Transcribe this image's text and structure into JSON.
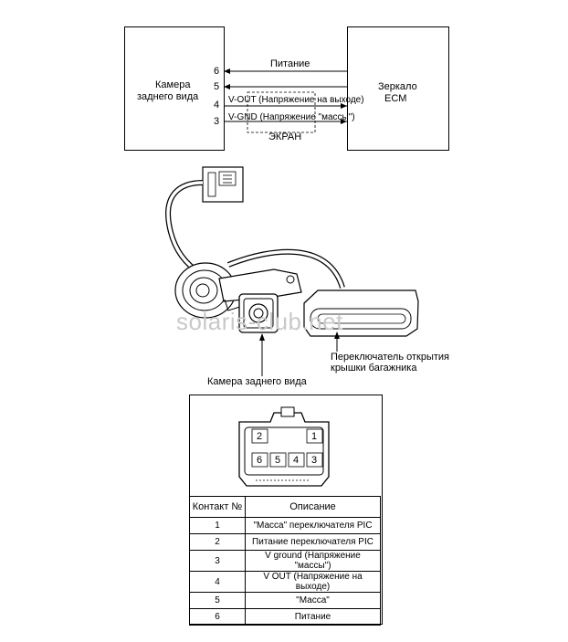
{
  "block_diagram": {
    "camera_label_line1": "Камера",
    "camera_label_line2": "заднего вида",
    "mirror_label_line1": "Зеркало",
    "mirror_label_line2": "ECM",
    "pins": [
      "6",
      "5",
      "4",
      "3"
    ],
    "power_label": "Питание",
    "vout_label": "V-OUT (Напряжение на выходе)",
    "vgnd_label": "V-GND (Напряжение \"массы\")",
    "shield_label": "ЭКРАН"
  },
  "illustration": {
    "switch_label_line1": "Переключатель открытия",
    "switch_label_line2": "крышки багажника",
    "camera_label": "Камера заднего вида",
    "watermark": "solaris-club.net"
  },
  "connector": {
    "top_pins": [
      "2",
      "1"
    ],
    "bottom_pins": [
      "6",
      "5",
      "4",
      "3"
    ]
  },
  "pin_table": {
    "headers": [
      "Контакт №",
      "Описание"
    ],
    "rows": [
      [
        "1",
        "\"Масса\" переключателя PIC"
      ],
      [
        "2",
        "Питание переключателя PIC"
      ],
      [
        "3",
        "V ground (Напряжение \"массы\")"
      ],
      [
        "4",
        "V OUT (Напряжение на выходе)"
      ],
      [
        "5",
        "\"Масса\""
      ],
      [
        "6",
        "Питание"
      ]
    ]
  }
}
